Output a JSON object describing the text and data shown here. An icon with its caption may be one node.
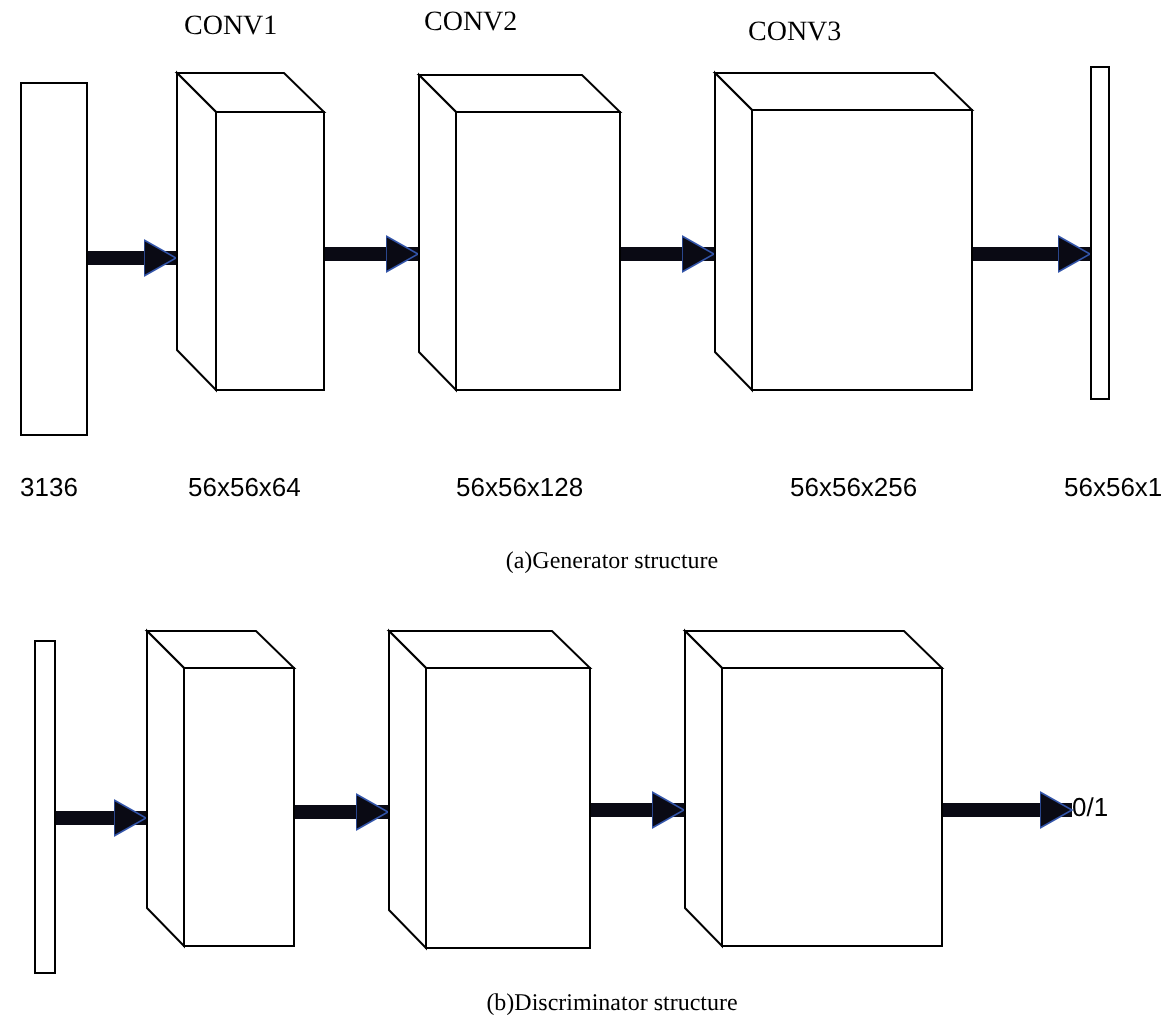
{
  "diagram": {
    "nodes": [
      {
        "text": [],
        "shape": "bar",
        "beside": [
          "3136"
        ]
      },
      {
        "text": [
          "CONV1"
        ],
        "beside": [
          "56x56x64"
        ]
      },
      {
        "text": [
          "CONV2"
        ],
        "beside": [
          "56x56x128"
        ]
      },
      {
        "text": [
          "CONV3"
        ],
        "beside": [
          "56x56x256"
        ]
      },
      {
        "text": [],
        "shape": "bar",
        "beside": [
          "56x56x1"
        ]
      },
      {
        "text": [],
        "shape": "bar"
      },
      {
        "text": [],
        "shape": "cube"
      },
      {
        "text": [],
        "shape": "cube"
      },
      {
        "text": [],
        "shape": "cube"
      },
      {
        "text": [
          "0/1"
        ]
      }
    ],
    "edges": [
      {
        "from": 0,
        "to": 1,
        "arrow": "to"
      },
      {
        "from": 1,
        "to": 2,
        "arrow": "to"
      },
      {
        "from": 2,
        "to": 3,
        "arrow": "to"
      },
      {
        "from": 3,
        "to": 4,
        "arrow": "to"
      },
      {
        "from": 5,
        "to": 6,
        "arrow": "to"
      },
      {
        "from": 6,
        "to": 7,
        "arrow": "to"
      },
      {
        "from": 7,
        "to": 8,
        "arrow": "to"
      },
      {
        "from": 8,
        "to": 9,
        "arrow": "to"
      }
    ],
    "labels": [
      "(a)Generator structure",
      "(b)Discriminator structure"
    ]
  }
}
